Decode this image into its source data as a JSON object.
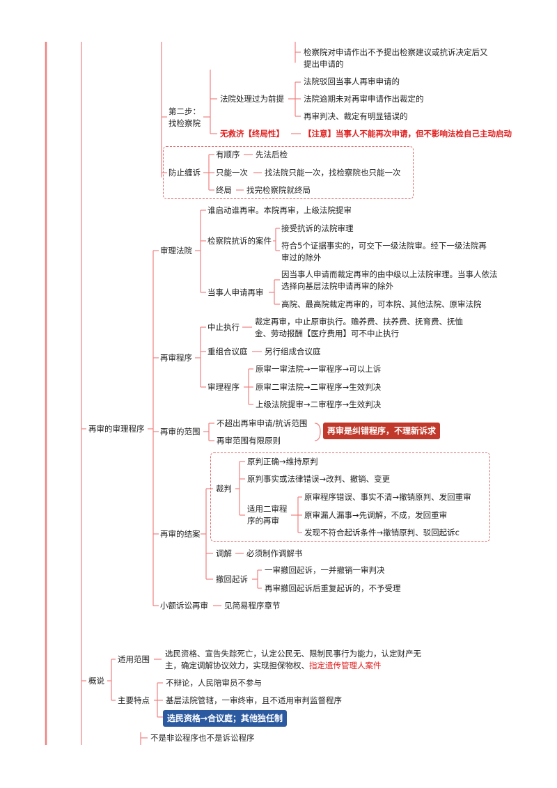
{
  "retrial_branch": {
    "step2": {
      "label": "第二步：\n找检察院",
      "top_item": "检察院对申请作出不予提出检察建议或抗诉决定后又提出申请的",
      "court_prereq": "法院处理过为前提",
      "court_items": [
        "法院驳回当事人再审申请的",
        "法院逾期未对再审申请作出裁定的",
        "再审判决、裁定有明显错误的"
      ],
      "no_relief": "无救济【终局性】",
      "note": "【注意】当事人不能再次申请，但不影响法检自己主动启动"
    },
    "prevent": {
      "label": "防止缠诉",
      "items": [
        {
          "k": "有顺序",
          "v": "先法后检"
        },
        {
          "k": "只能一次",
          "v": "找法院只能一次，找检察院也只能一次"
        },
        {
          "k": "终局",
          "v": "找完检察院就终局"
        }
      ]
    }
  },
  "procedure": {
    "label": "再审的审理程序",
    "court": {
      "label": "审理法院",
      "who": "谁启动谁再审。本院再审，上级法院提审",
      "protest": {
        "label": "检察院抗诉的案件",
        "items": [
          "接受抗诉的法院审理",
          "符合5个证据事实的，可交下一级法院审。经下一级法院再审过的除外"
        ]
      },
      "party": {
        "label": "当事人申请再审",
        "items": [
          "因当事人申请而裁定再审的由中级以上法院审理。当事人依法选择向基层法院申请再审的除外",
          "高院、最高院裁定再审的，可本院、其他法院、原审法院"
        ]
      }
    },
    "proc": {
      "label": "再审程序",
      "suspend": {
        "label": "中止执行",
        "text": "裁定再审，中止原审执行。赡养费、扶养费、抚育费、抚恤金、劳动报酬【医疗费用】可不中止执行"
      },
      "panel": {
        "label": "重组合议庭",
        "text": "另行组成合议庭"
      },
      "trial": {
        "label": "审理程序",
        "items": [
          "原审一审法院→一审程序→可以上诉",
          "原审二审法院→二审程序→生效判决",
          "上级法院提审→二审程序→生效判决"
        ]
      }
    },
    "scope": {
      "label": "再审的范围",
      "items": [
        "不超出再审申请/抗诉范围",
        "再审范围有限原则"
      ],
      "badge": "再审是纠错程序，不理新诉求"
    },
    "result": {
      "label": "再审的结案",
      "judgment": {
        "label": "裁判",
        "items": [
          "原判正确→维持原判",
          "原判事实或法律错误→改判、撤销、变更"
        ],
        "second": {
          "label": "适用二审程\n序的再审",
          "items": [
            "原审程序错误、事实不清→撤销原判、发回重审",
            "原审漏人漏事→先调解，不成，发回重审",
            "发现不符合起诉条件→撤销原判、驳回起诉c"
          ]
        }
      },
      "mediation": {
        "label": "调解",
        "text": "必须制作调解书"
      },
      "withdraw": {
        "label": "撤回起诉",
        "items": [
          "一审撤回起诉，一并撤销一审判决",
          "再审撤回起诉后重复起诉的，不予受理"
        ]
      }
    },
    "small": {
      "label": "小额诉讼再审",
      "text": "见简易程序章节"
    }
  },
  "overview": {
    "label": "概说",
    "scope": {
      "label": "适用范围",
      "text": "选民资格、宣告失踪死亡，认定公民无、限制民事行为能力，认定财产无主，确定调解协议效力，实现担保物权、",
      "text_red": "指定遗传管理人案件"
    },
    "features": {
      "label": "主要特点",
      "items": [
        "不辩论，人民陪审员不参与",
        "基层法院管辖，一审终审，且不适用审判监督程序"
      ],
      "badge": "选民资格→合议庭；其他独任制"
    },
    "bottom": "不是非讼程序也不是诉讼程序"
  },
  "colors": {
    "line": "#f08080",
    "red": "#e02020",
    "badge_red": "#c0392b",
    "badge_blue": "#2c5aa0"
  }
}
